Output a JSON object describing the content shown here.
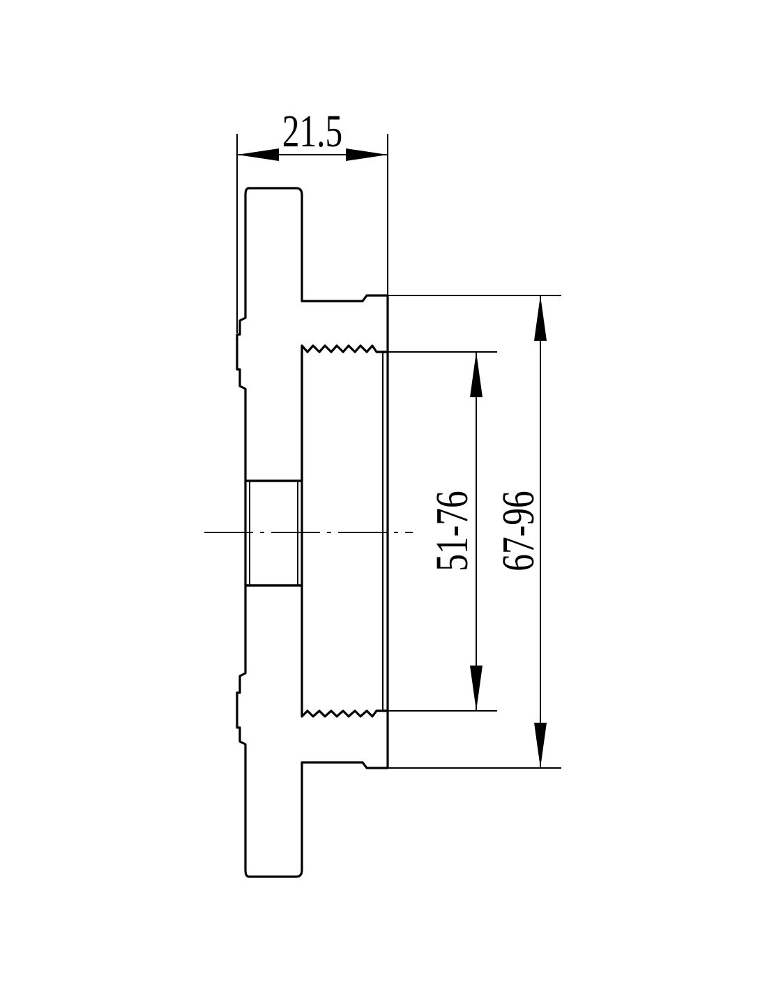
{
  "drawing": {
    "dimensions": {
      "width_label": "21.5",
      "inner_diameter_label": "51-76",
      "outer_diameter_label": "67-96"
    },
    "colors": {
      "line": "#000000",
      "background": "#ffffff"
    }
  }
}
